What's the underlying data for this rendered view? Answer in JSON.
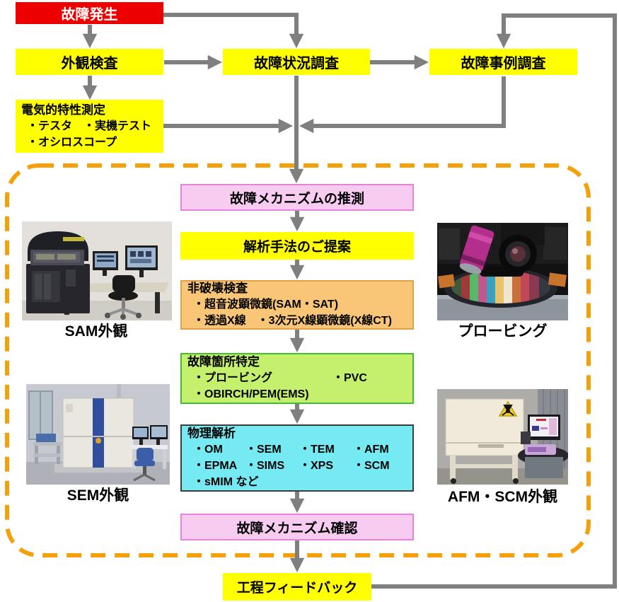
{
  "nodes": {
    "start": "故障発生",
    "visual": "外観検査",
    "electrical": {
      "title": "電気的特性測定",
      "line1": "・テスタ　・実機テスト",
      "line2": "・オシロスコープ"
    },
    "situation": "故障状況調査",
    "cases": "故障事例調査",
    "estimate": "故障メカニズムの推測",
    "proposal": "解析手法のご提案",
    "ndt": {
      "title": "非破壊検査",
      "line1": "・超音波顕微鏡(SAM・SAT)",
      "line2": "・透過X線　・3次元X線顕微鏡(X線CT)"
    },
    "localize": {
      "title": "故障箇所特定",
      "item1": "・プロービング",
      "item2": "・PVC",
      "line2": "・OBIRCH/PEM(EMS)"
    },
    "physical": {
      "title": "物理解析",
      "row1": [
        "・OM",
        "・SEM",
        "・TEM",
        "・AFM"
      ],
      "row2": [
        "・EPMA",
        "・SIMS",
        "・XPS",
        "・SCM"
      ],
      "row3": "・sMIM など"
    },
    "confirm": "故障メカニズム確認",
    "feedback": "工程フィードバック"
  },
  "photos": {
    "sam": {
      "label": "SAM外観"
    },
    "probing": {
      "label": "プロービング"
    },
    "sem": {
      "label": "SEM外観"
    },
    "afm": {
      "label": "AFM・SCM外観"
    }
  },
  "colors": {
    "start_red": "#EE0000",
    "step_yellow": "#FFFF00",
    "mechanism_pink_fill": "#F8CBF1",
    "mechanism_pink_border": "#E583DA",
    "ndt_orange_fill": "#F9C576",
    "ndt_orange_border": "#DFA148",
    "localize_green_fill": "#C5F06E",
    "localize_green_border": "#3FBF2F",
    "physical_cyan_fill": "#76EAF2",
    "physical_cyan_border": "#3C3C3C",
    "connector_gray": "#7F7F7F",
    "dashed_frame_orange": "#F5A009"
  }
}
